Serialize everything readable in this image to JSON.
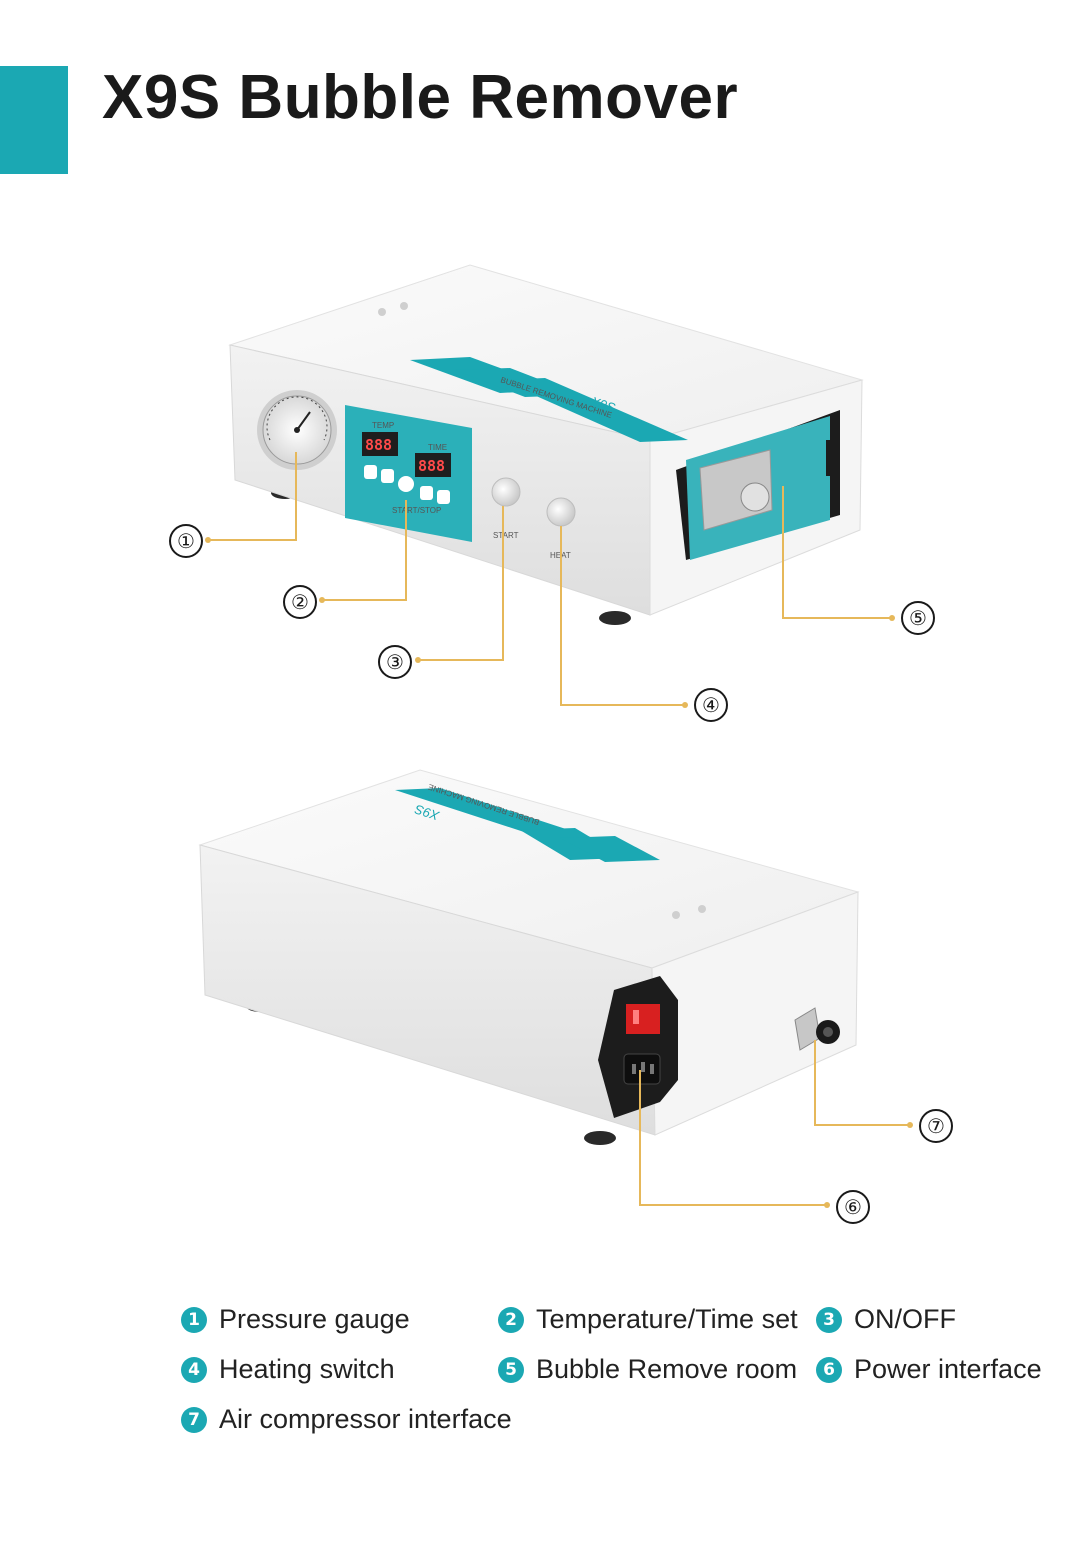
{
  "title": "X9S Bubble Remover",
  "colors": {
    "accent": "#1ba8b3",
    "leader": "#e6b85a",
    "title": "#1a1a1a"
  },
  "device_top": {
    "brand": "X9S",
    "subtitle": "BUBBLE REMOVING MACHINE",
    "temp_label": "TEMP",
    "time_label": "TIME",
    "temp_display": "888",
    "time_display": "888",
    "start_stop_label": "START/STOP",
    "start_label": "START",
    "heat_label": "HEAT"
  },
  "device_bottom": {
    "brand": "X9S",
    "subtitle": "BUBBLE REMOVING MACHINE"
  },
  "callouts": [
    "①",
    "②",
    "③",
    "④",
    "⑤",
    "⑦",
    "⑥"
  ],
  "legend": [
    {
      "num": "1",
      "label": "Pressure gauge"
    },
    {
      "num": "2",
      "label": "Temperature/Time set"
    },
    {
      "num": "3",
      "label": "ON/OFF"
    },
    {
      "num": "4",
      "label": "Heating switch"
    },
    {
      "num": "5",
      "label": "Bubble Remove room"
    },
    {
      "num": "6",
      "label": "Power interface"
    },
    {
      "num": "7",
      "label": "Air compressor interface"
    }
  ]
}
